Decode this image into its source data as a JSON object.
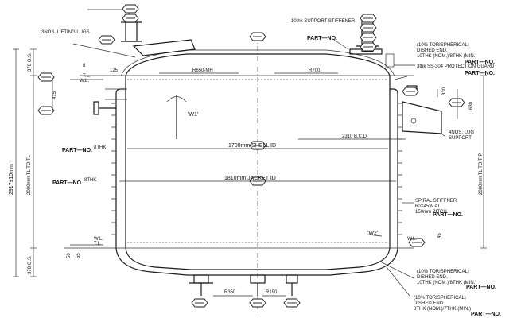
{
  "dims": {
    "lugs": "3NOS. LIFTING LUGS",
    "r650": "R650-MH",
    "r700": "R700",
    "d125": "125",
    "support": "10thk SUPPORT STIFFENER",
    "shell_id": "1700mm SHELL ID",
    "jacket_id": "1810mm JACKET ID",
    "bcd": "2310 B.C.D",
    "r350": "R350",
    "r190": "R190",
    "d8": "8",
    "d415": "415",
    "d330": "330",
    "d630": "630",
    "d378_top": "378 O.S.",
    "d378_bot": "378 O.S.",
    "d2917": "2917±10mm",
    "d2000tl": "2000mm TL TO TL",
    "d2000tip": "2000mm TL TO TIP",
    "d50": "50",
    "d55": "55",
    "d45": "45"
  },
  "labels": {
    "wl": "W.L.",
    "tl": "T.L.",
    "w1": "'W1'",
    "w2": "'W2'",
    "thk8_a": "8THK",
    "thk8_b": "8THK",
    "part_no": "PART—NO."
  },
  "notes": {
    "top_dish": [
      "(10% TORISPHERICAL)",
      "DISHED END.",
      "10THK (NOM.)/8THK (MIN.)"
    ],
    "protection": "3thk SS-304 PROTECTION GUARD",
    "lug_support": [
      "4NOS. LUG",
      "SUPPORT"
    ],
    "spiral": [
      "SPIRAL STIFFNER",
      "60X45W AT",
      "150mm PITCH"
    ],
    "bot_dish_1": [
      "(10% TORISPHERICAL)",
      "DISHED END.",
      "10THK (NOM.)/8THK (MIN.)"
    ],
    "bot_dish_2": [
      "(10% TORISPHERICAL)",
      "DISHED END.",
      "8THK (NOM.)/7THK (MIN.)"
    ]
  }
}
